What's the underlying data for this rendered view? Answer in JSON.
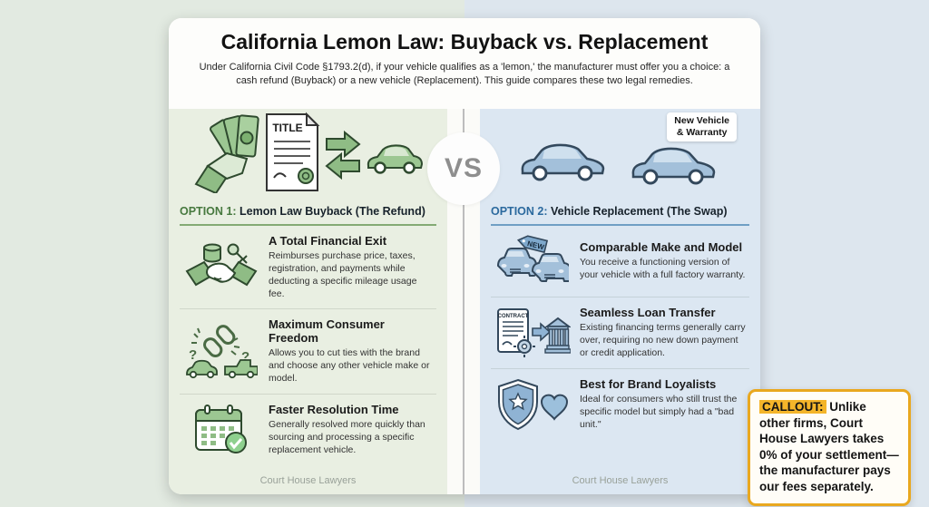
{
  "colors": {
    "green_accent": "#47793f",
    "green_fill": "#9cc792",
    "blue_accent": "#2c6a9e",
    "blue_fill": "#a3c0da",
    "callout_border": "#e9a81f",
    "callout_highlight": "#f4b52a",
    "left_column_bg": "#e9efe2",
    "right_column_bg": "#dce7f2",
    "outer_left_bg": "#e2eae1",
    "outer_right_bg": "#dde6ee"
  },
  "header": {
    "title": "California Lemon Law: Buyback vs. Replacement",
    "subtitle": "Under California Civil Code §1793.2(d), if your vehicle qualifies as a 'lemon,' the manufacturer must offer you a choice: a cash refund (Buyback) or a new vehicle (Replacement). This guide compares these two legal remedies."
  },
  "vs_badge": "VS",
  "left": {
    "illustration": {
      "doc_label": "TITLE"
    },
    "option_label": "OPTION 1:",
    "option_title": " Lemon Law Buyback (The Refund)",
    "items": [
      {
        "icon": "handshake-coins-key-icon",
        "title": "A Total Financial Exit",
        "desc": "Reimburses purchase price, taxes, registration, and payments while deducting a specific mileage usage fee."
      },
      {
        "icon": "broken-chain-vehicles-icon",
        "title": "Maximum Consumer Freedom",
        "desc": "Allows you to cut ties with the brand and choose any other vehicle make or model."
      },
      {
        "icon": "calendar-check-icon",
        "title": "Faster Resolution Time",
        "desc": "Generally resolved more quickly than sourcing and processing a specific replacement vehicle."
      }
    ],
    "footer": "Court House Lawyers"
  },
  "right": {
    "illustration": {
      "badge_line1": "New Vehicle",
      "badge_line2": "& Warranty"
    },
    "option_label": "OPTION 2:",
    "option_title": " Vehicle Replacement (The Swap)",
    "items": [
      {
        "icon": "new-cars-tag-icon",
        "tag_label": "NEW",
        "title": "Comparable Make and Model",
        "desc": "You receive a functioning version of your vehicle with a full factory warranty."
      },
      {
        "icon": "contract-bank-transfer-icon",
        "doc_label": "CONTRACT",
        "title": "Seamless Loan Transfer",
        "desc": "Existing financing terms generally carry over, requiring no new down payment or credit application."
      },
      {
        "icon": "shield-star-heart-icon",
        "title": "Best for Brand Loyalists",
        "desc": "Ideal for consumers who still trust the specific model but simply had a \"bad unit.\""
      }
    ],
    "footer": "Court House Lawyers"
  },
  "callout": {
    "tag": "CALLOUT:",
    "text": " Unlike other firms, Court House Lawyers takes 0% of your settlement—the manufacturer pays our fees separately."
  }
}
